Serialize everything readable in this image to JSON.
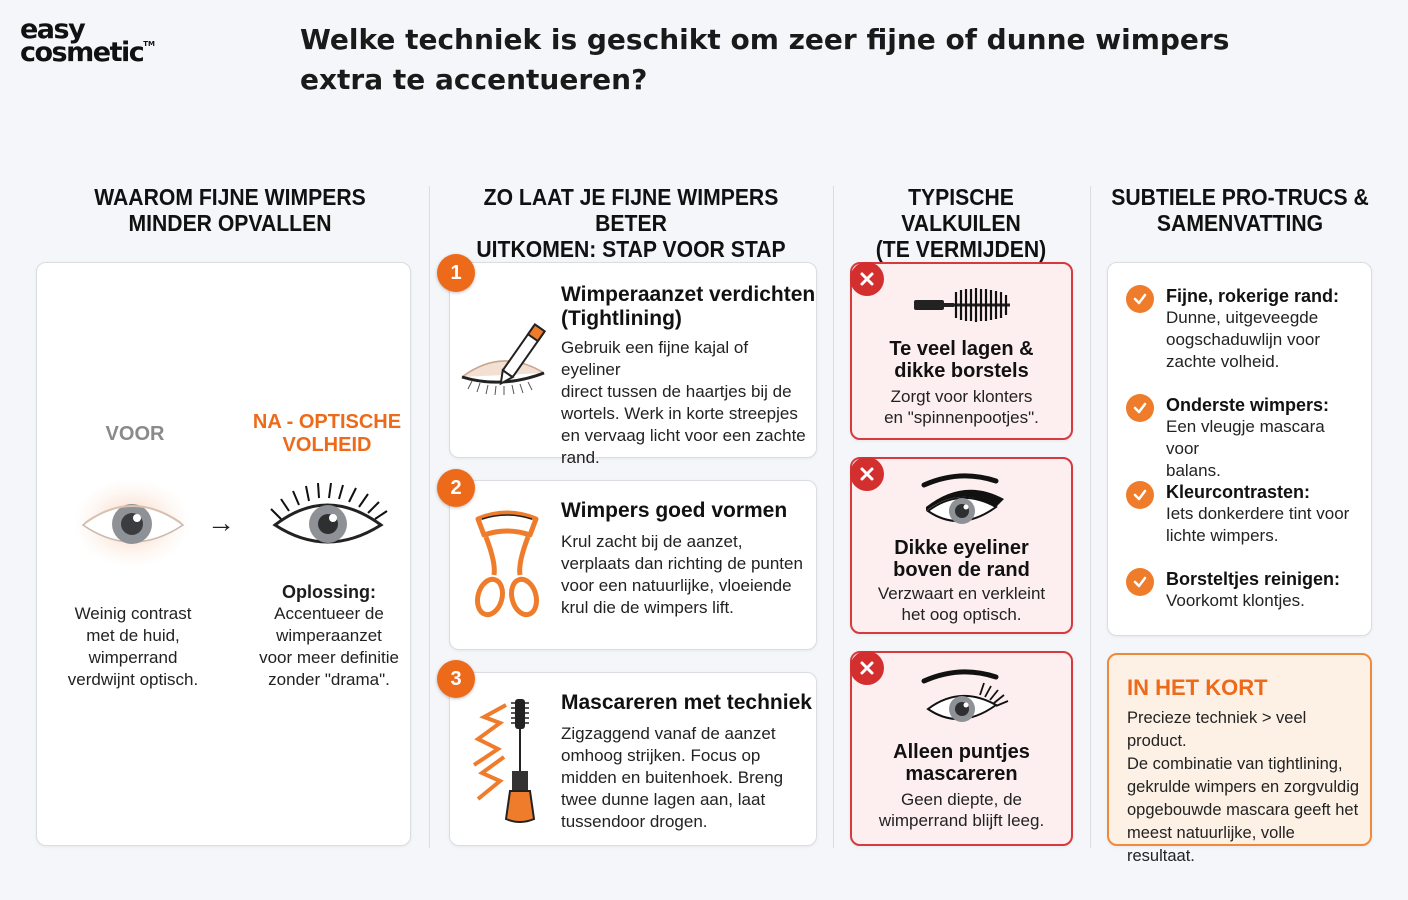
{
  "logo": {
    "line1": "easy",
    "line2": "cosmetic",
    "tm": "TM"
  },
  "question": "Welke techniek is geschikt om zeer fijne of dunne wimpers extra te accentueren?",
  "columns": {
    "why": {
      "title_line1": "WAAROM FIJNE WIMPERS",
      "title_line2": "MINDER OPVALLEN",
      "before_label": "VOOR",
      "after_label_line1": "NA - OPTISCHE",
      "after_label_line2": "VOLHEID",
      "arrow": "→",
      "before_text": [
        "Weinig contrast",
        "met de huid,",
        "wimperrand",
        "verdwijnt optisch."
      ],
      "solution_title": "Oplossing:",
      "solution_text": [
        "Accentueer de",
        "wimperaanzet",
        "voor meer definitie",
        "zonder \"drama\"."
      ]
    },
    "steps": {
      "title_line1": "ZO LAAT JE FIJNE WIMPERS BETER",
      "title_line2": "UITKOMEN: STAP VOOR STAP",
      "items": [
        {
          "number": "1",
          "title_line1": "Wimperaanzet verdichten",
          "title_line2": "(Tightlining)",
          "icon": "eyeliner-pencil-icon",
          "body": [
            "Gebruik een fijne kajal of eyeliner",
            "direct tussen de haartjes bij de",
            "wortels. Werk in korte streepjes",
            "en vervaag licht voor een zachte",
            "rand."
          ]
        },
        {
          "number": "2",
          "title_line1": "Wimpers goed vormen",
          "title_line2": "",
          "icon": "eyelash-curler-icon",
          "body": [
            "Krul zacht bij de aanzet,",
            "verplaats dan richting de punten",
            "voor een natuurlijke, vloeiende",
            "krul die de wimpers lift."
          ]
        },
        {
          "number": "3",
          "title_line1": "Mascareren met techniek",
          "title_line2": "",
          "icon": "mascara-icon",
          "body": [
            "Zigzaggend vanaf de aanzet",
            "omhoog strijken. Focus op",
            "midden en buitenhoek. Breng",
            "twee dunne lagen aan, laat",
            "tussendoor drogen."
          ]
        }
      ]
    },
    "pitfalls": {
      "title_line1": "TYPISCHE VALKUILEN",
      "title_line2": "(TE VERMIJDEN)",
      "items": [
        {
          "title_line1": "Te veel lagen &",
          "title_line2": "dikke borstels",
          "body": [
            "Zorgt voor klonters",
            "en \"spinnenpootjes\"."
          ],
          "icon": "mascara-brush-icon"
        },
        {
          "title_line1": "Dikke eyeliner",
          "title_line2": "boven de rand",
          "body": [
            "Verzwaart en verkleint",
            "het oog optisch."
          ],
          "icon": "thick-eyeliner-eye-icon"
        },
        {
          "title_line1": "Alleen puntjes",
          "title_line2": "mascareren",
          "body": [
            "Geen diepte, de",
            "wimperrand blijft leeg."
          ],
          "icon": "outer-lashes-eye-icon"
        }
      ]
    },
    "tips": {
      "title_line1": "SUBTIELE PRO-TRUCS &",
      "title_line2": "SAMENVATTING",
      "items": [
        {
          "title": "Fijne, rokerige rand:",
          "body": [
            "Dunne, uitgeveegde",
            "oogschaduwlijn voor",
            "zachte volheid."
          ]
        },
        {
          "title": "Onderste wimpers:",
          "body": [
            "Een vleugje mascara voor",
            "balans."
          ]
        },
        {
          "title": "Kleurcontrasten:",
          "body": [
            "Iets donkerdere tint voor",
            "lichte wimpers."
          ]
        },
        {
          "title": "Borsteltjes reinigen:",
          "body": [
            "Voorkomt klontjes."
          ]
        }
      ],
      "summary_title": "IN HET KORT",
      "summary_body": [
        "Precieze techniek > veel product.",
        "De combinatie van tightlining,",
        "gekrulde wimpers en zorgvuldig",
        "opgebouwde mascara geeft het",
        "meest natuurlijke, volle resultaat."
      ]
    }
  },
  "colors": {
    "orange": "#ee6a1b",
    "red": "#d32f2f",
    "gray_label": "#8a8a8a",
    "accent_label": "#ee6a1b"
  }
}
